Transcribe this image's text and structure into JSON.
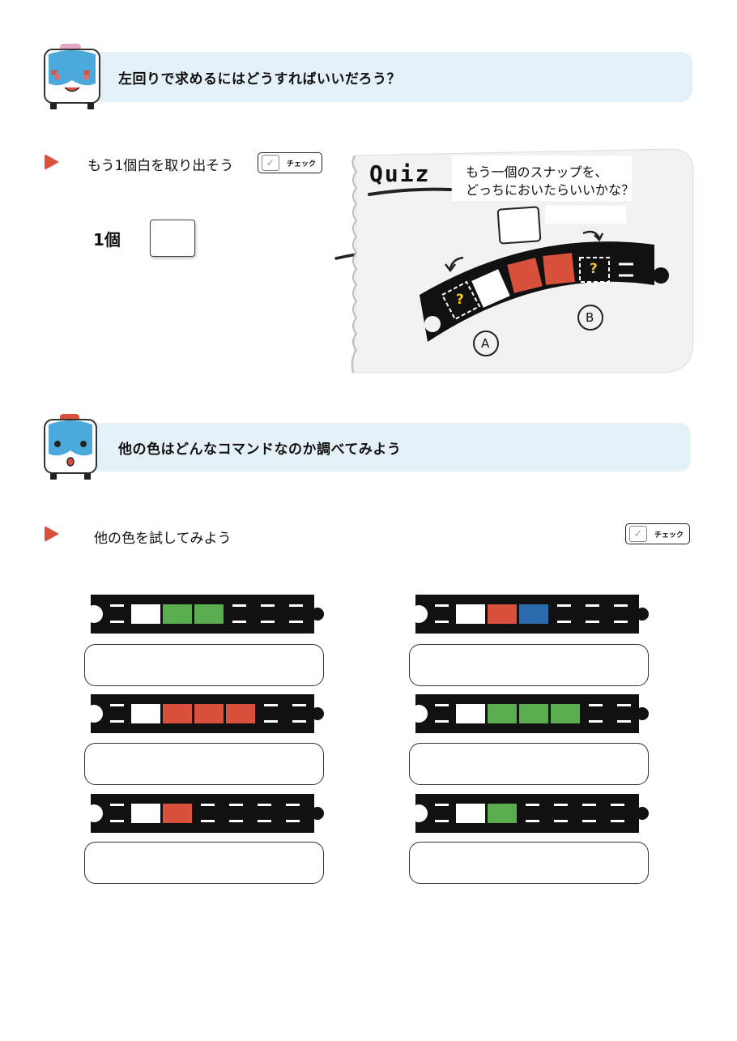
{
  "banner1": {
    "text": "左回りで求めるにはどうすればいいだろう？"
  },
  "step1": {
    "text": "もう1個白を取り出そう",
    "check_label": "チェック",
    "check_mark": "✓"
  },
  "count": {
    "label": "1個"
  },
  "quiz": {
    "title": "Quiz",
    "question_line1": "もう一個のスナップを、",
    "question_line2": "どっちにおいたらいいかな？",
    "option_a": "A",
    "option_b": "B",
    "unknown_mark": "?"
  },
  "banner2": {
    "text": "他の色はどんなコマンドなのか調べてみよう"
  },
  "step2": {
    "text": "他の色を試してみよう",
    "check_label": "チェック",
    "check_mark": "✓"
  },
  "colors": {
    "white": "#ffffff",
    "red": "#d9503c",
    "green": "#5aad4f",
    "blue": "#2b6cae",
    "track": "#111111",
    "accent": "#d9503c",
    "banner": "#e4f2f8"
  },
  "tracks": [
    {
      "snaps": [
        "white",
        "green",
        "green"
      ]
    },
    {
      "snaps": [
        "white",
        "red",
        "blue"
      ]
    },
    {
      "snaps": [
        "white",
        "red",
        "red",
        "red"
      ]
    },
    {
      "snaps": [
        "white",
        "green",
        "green",
        "green"
      ]
    },
    {
      "snaps": [
        "white",
        "red"
      ]
    },
    {
      "snaps": [
        "white",
        "green"
      ]
    }
  ]
}
